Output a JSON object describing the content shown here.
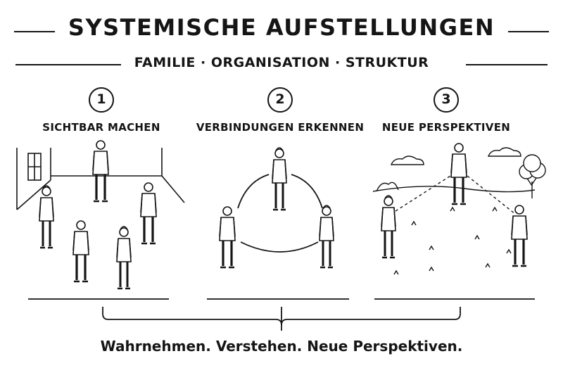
{
  "header": {
    "title": "SYSTEMISCHE AUFSTELLUNGEN",
    "subtitle": "FAMILIE · ORGANISATION · STRUKTUR"
  },
  "steps": [
    {
      "number": "1",
      "label": "SICHTBAR MACHEN"
    },
    {
      "number": "2",
      "label": "VERBINDUNGEN ERKENNEN"
    },
    {
      "number": "3",
      "label": "NEUE PERSPEKTIVEN"
    }
  ],
  "footer": {
    "tagline": "Wahrnehmen. Verstehen. Neue Perspektiven."
  },
  "colors": {
    "ink": "#151515",
    "background": "#ffffff"
  }
}
